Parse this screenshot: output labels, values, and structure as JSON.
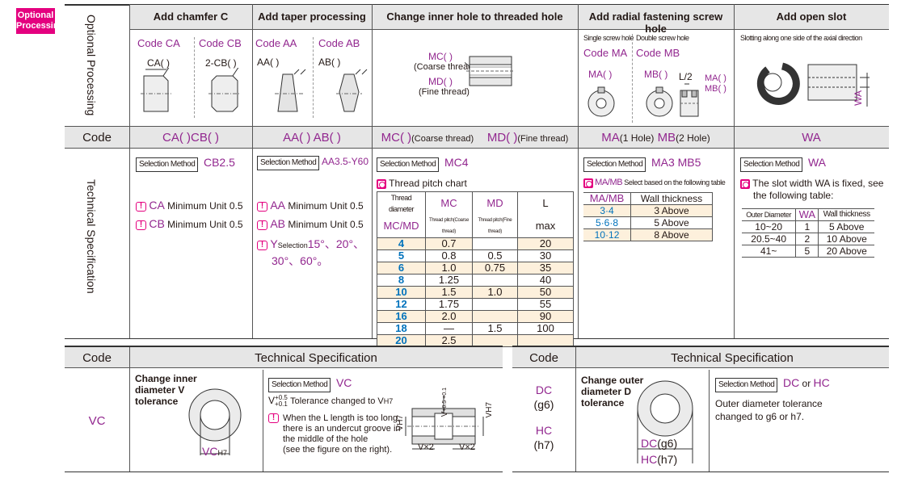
{
  "badge": "Optional\nProcessing",
  "row_labels": {
    "optional": "Optional Processing",
    "tech": "Technical Specification"
  },
  "col_headers": [
    "Add chamfer C",
    "Add taper processing",
    "Change inner hole to threaded hole",
    "Add radial fastening screw hole",
    "Add open slot"
  ],
  "chamfer": {
    "code_ca": "Code CA",
    "code_cb": "Code CB",
    "ca_lbl": "CA( )",
    "cb_lbl": "2-CB( )",
    "code_row": "CA( )CB( )",
    "sel": "Selection Method",
    "sel_val": "CB2.5",
    "ca_min": "CA",
    "cb_min": "CB",
    "min_text": "Minimum Unit 0.5"
  },
  "taper": {
    "code_aa": "Code AA",
    "code_ab": "Code AB",
    "aa_lbl": "AA( )",
    "ab_lbl": "AB( )",
    "code_row": "AA( ) AB( )",
    "sel": "Selection Method",
    "sel_val": "AA3.5-Y60",
    "aa": "AA",
    "ab": "AB",
    "min_text": "Minimum Unit 0.5",
    "y": "Y",
    "y_sel": "Selection",
    "y_vals1": "15°、20°、",
    "y_vals2": "30°、60°。"
  },
  "thread": {
    "mc_lbl": "MC( )",
    "mc_desc": "(Coarse thread)",
    "md_lbl": "MD( )",
    "md_desc": "(Fine thread)",
    "code_mc": "MC( )",
    "code_mc_desc": "(Coarse thread)",
    "code_md": "MD( )",
    "code_md_desc": "(Fine thread)",
    "sel": "Selection Method",
    "sel_val": "MC4",
    "chart_title": "Thread pitch chart",
    "th_dia": "Thread diameter",
    "th_mcmd": "MC/MD",
    "th_mc": "MC",
    "th_mc_sub": "Thread pitch(Coarse thread)",
    "th_md": "MD",
    "th_md_sub": "Thread pitch(Fine thread)",
    "th_l": "L",
    "th_lmax": "max",
    "rows": [
      [
        "4",
        "0.7",
        "20"
      ],
      [
        "5",
        "0.8",
        "30"
      ],
      [
        "6",
        "1.0",
        "35"
      ],
      [
        "8",
        "1.25",
        "40"
      ],
      [
        "10",
        "1.5",
        "50"
      ],
      [
        "12",
        "1.75",
        "55"
      ],
      [
        "16",
        "2.0",
        "90"
      ],
      [
        "18",
        "—",
        ""
      ],
      [
        "20",
        "2.5",
        ""
      ]
    ],
    "md_vals": [
      "0.5",
      "0.75",
      "1.0",
      "1.5"
    ],
    "l_merged": "100"
  },
  "radial": {
    "single": "Single screw hole",
    "double": "Double screw hole",
    "code_ma": "Code MA",
    "code_mb": "Code MB",
    "ma_lbl": "MA( )",
    "mb_lbl": "MB( )",
    "l2": "L/2",
    "ma2": "MA( )",
    "mb2": "MB( )",
    "code_row_ma": "MA",
    "code_row_ma_t": "(1 Hole)",
    "code_row_mb": "MB",
    "code_row_mb_t": "(2 Hole)",
    "sel": "Selection Method",
    "sel_val": "MA3 MB5",
    "note_b": "MA/MB",
    "note": "Select based on the following table",
    "th1": "MA/MB",
    "th2": "Wall thickness",
    "rows": [
      [
        "3·4",
        "3 Above"
      ],
      [
        "5·6·8",
        "5 Above"
      ],
      [
        "10·12",
        "8 Above"
      ]
    ]
  },
  "slot": {
    "desc": "Slotting along one side of the axial direction",
    "wa_lbl": "WA",
    "code_row": "WA",
    "sel": "Selection Method",
    "sel_val": "WA",
    "note1": "The slot width WA is fixed, see",
    "note2": "the following table:",
    "th1": "Outer Diameter",
    "th2": "WA",
    "th3": "Wall thickness",
    "rows": [
      [
        "10~20",
        "1",
        "5 Above"
      ],
      [
        "20.5~40",
        "2",
        "10 Above"
      ],
      [
        "41~",
        "5",
        "20 Above"
      ]
    ]
  },
  "code_label": "Code",
  "vc": {
    "code_hdr": "Code",
    "spec_hdr": "Technical Specification",
    "code": "VC",
    "title1": "Change inner",
    "title2": "diameter V",
    "title3": "tolerance",
    "dim": "VC",
    "dim_sub": "H7",
    "sel": "Selection Method",
    "sel_val": "VC",
    "tol_v": "V",
    "tol_up": "+0.5",
    "tol_lo": "+0.1",
    "tol_text": "Tolerance changed to V",
    "tol_sub": "H7",
    "n1": "When the L length is too long,",
    "n2": "there is an undercut groove in",
    "n3": "the middle of the hole",
    "n4": "(see the figure on the right).",
    "fig_vh7": "VH7",
    "fig_v": "V",
    "fig_tol": "+0.5 +0.1",
    "fig_vh7b": "VH7",
    "fig_vx2": "V×2",
    "fig_vx2b": "V×2"
  },
  "dc": {
    "code_hdr": "Code",
    "spec_hdr": "Technical Specification",
    "code1": "DC",
    "code1b": "(g6)",
    "code2": "HC",
    "code2b": "(h7)",
    "title1": "Change outer",
    "title2": "diameter D",
    "title3": "tolerance",
    "dim1": "DC",
    "dim1b": "(g6)",
    "dim2": "HC",
    "dim2b": "(h7)",
    "sel": "Selection Method",
    "sel_dc": "DC",
    "sel_or": "or",
    "sel_hc": "HC",
    "t1": "Outer diameter tolerance",
    "t2": "changed to g6 or h7."
  }
}
